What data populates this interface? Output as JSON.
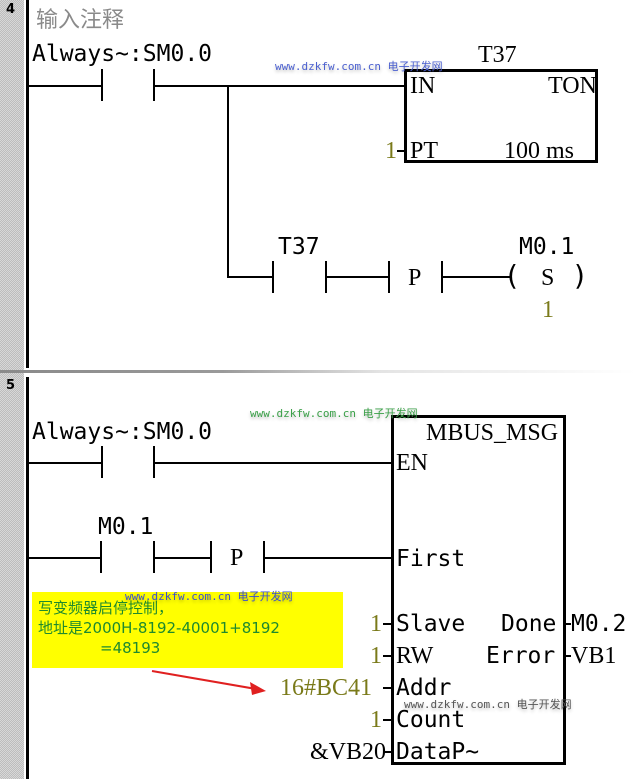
{
  "networks": [
    {
      "number": "4",
      "comment": "输入注释",
      "contact_address": "Always~:SM0.0",
      "timer": {
        "name": "T37",
        "type": "TON",
        "in_pin": "IN",
        "pt_pin": "PT",
        "pt_value": "1",
        "resolution": "100 ms"
      },
      "branch": {
        "contact_address": "T37",
        "edge_label": "P",
        "coil_address": "M0.1",
        "coil_type": "S",
        "coil_count": "1"
      }
    },
    {
      "number": "5",
      "contact_address": "Always~:SM0.0",
      "first_contact_address": "M0.1",
      "edge_label": "P",
      "block": {
        "name": "MBUS_MSG",
        "inputs": [
          {
            "pin": "EN",
            "value": ""
          },
          {
            "pin": "First",
            "value": ""
          },
          {
            "pin": "Slave",
            "value": "1"
          },
          {
            "pin": "RW",
            "value": "1"
          },
          {
            "pin": "Addr",
            "value": "16#BC41"
          },
          {
            "pin": "Count",
            "value": "1"
          },
          {
            "pin": "DataP~",
            "value": "&VB20"
          }
        ],
        "outputs": [
          {
            "pin": "Done",
            "value": "M0.2"
          },
          {
            "pin": "Error",
            "value": "VB1"
          }
        ]
      },
      "annotation": {
        "line1": "写变频器启停控制，",
        "line2": "地址是2000H-8192-40001+8192",
        "line3": "=48193"
      }
    }
  ],
  "watermark": "www.dzkfw.com.cn 电子开发网",
  "colors": {
    "annotation_bg": "#ffff00",
    "annotation_text": "#1e8a2e",
    "constant_text": "#7a7a1a",
    "arrow": "#e02020"
  }
}
